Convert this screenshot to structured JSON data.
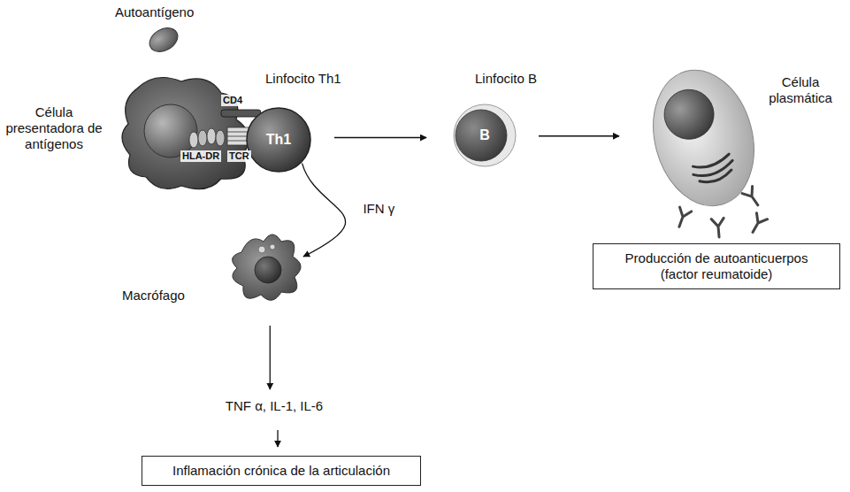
{
  "diagram": {
    "nodes": [
      {
        "text": [
          "Célula presentadora de antígenos"
        ]
      },
      {
        "text": [
          "Linfocito Th1",
          "Th1"
        ]
      },
      {
        "text": [
          "Linfocito B",
          "B"
        ]
      },
      {
        "text": [
          "Célula plasmática"
        ]
      },
      {
        "text": [
          "Macrófago"
        ]
      },
      {
        "text": [
          "Producción de autoanticuerpos (factor reumatoide)"
        ]
      },
      {
        "text": [
          "TNF α, IL-1, IL-6"
        ]
      },
      {
        "text": [
          "Inflamación crónica de la articulación"
        ]
      }
    ],
    "edges": [
      {
        "from": 1,
        "to": 2,
        "arrow": "to"
      },
      {
        "from": 2,
        "to": 3,
        "arrow": "to"
      },
      {
        "from": 1,
        "to": 4,
        "arrow": "to",
        "label": "IFN γ"
      },
      {
        "from": 4,
        "to": 6,
        "arrow": "to"
      },
      {
        "from": 6,
        "to": 7,
        "arrow": "to"
      }
    ],
    "labels": [
      "Autoantígeno",
      "CD4",
      "HLA-DR",
      "TCR"
    ]
  }
}
